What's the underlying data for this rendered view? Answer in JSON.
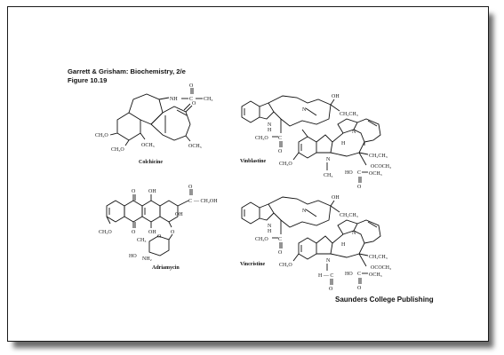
{
  "header": {
    "line1": "Garrett & Grisham: Biochemistry, 2/e",
    "line2": "Figure 10.19"
  },
  "footer": {
    "publisher": "Saunders College Publishing"
  },
  "molecules": {
    "colchicine": "Colchicine",
    "vinblastine": "Vinblastine",
    "adriamycin": "Adriamycin",
    "vincristine": "Vincristine"
  }
}
